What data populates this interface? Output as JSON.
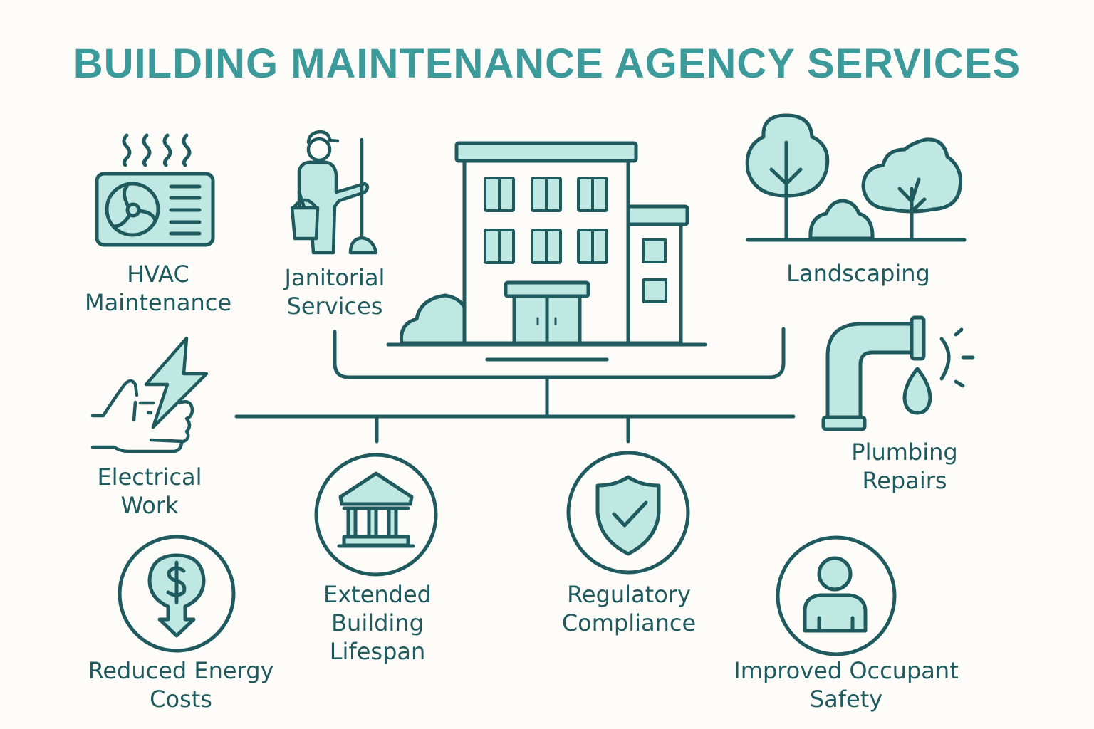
{
  "title": "BUILDING MAINTENANCE AGENCY SERVICES",
  "colors": {
    "background": "#fdfcf8",
    "title": "#3d9a9b",
    "stroke": "#1f5a5e",
    "fill": "#bfe8e3"
  },
  "center": {
    "icon": "office-building-icon"
  },
  "services": [
    {
      "id": "hvac",
      "icon": "air-conditioner-icon",
      "lines": [
        "HVAC",
        "Maintenance"
      ]
    },
    {
      "id": "janitorial",
      "icon": "janitor-icon",
      "lines": [
        "Janitorial",
        "Services"
      ]
    },
    {
      "id": "landscaping",
      "icon": "trees-icon",
      "lines": [
        "Landscaping"
      ]
    },
    {
      "id": "electrical",
      "icon": "hand-lightning-icon",
      "lines": [
        "Electrical",
        "Work"
      ]
    },
    {
      "id": "plumbing",
      "icon": "leaking-pipe-icon",
      "lines": [
        "Plumbing",
        "Repairs"
      ]
    }
  ],
  "benefits": [
    {
      "id": "energy",
      "icon": "dollar-down-arrow-icon",
      "lines": [
        "Reduced Energy",
        "Costs"
      ]
    },
    {
      "id": "lifespan",
      "icon": "classical-building-icon",
      "lines": [
        "Extended",
        "Building",
        "Lifespan"
      ]
    },
    {
      "id": "compliance",
      "icon": "shield-check-icon",
      "lines": [
        "Regulatory",
        "Compliance"
      ]
    },
    {
      "id": "safety",
      "icon": "person-icon",
      "lines": [
        "Improved Occupant",
        "Safety"
      ]
    }
  ]
}
